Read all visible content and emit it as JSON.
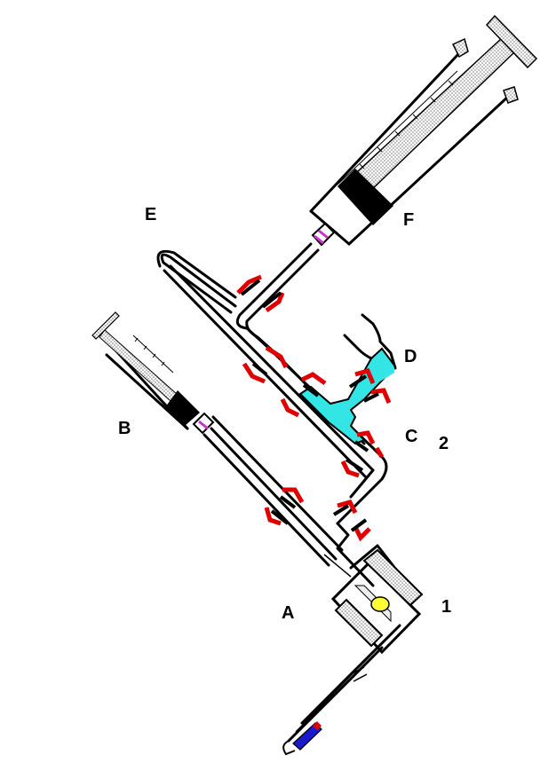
{
  "labels": {
    "A": "A",
    "B": "B",
    "C": "C",
    "D": "D",
    "E": "E",
    "F": "F",
    "one": "1",
    "two": "2"
  },
  "colors": {
    "tube": "#000000",
    "clamp": "#e00000",
    "liquid": "#33e5e5",
    "ball": "#ffff33",
    "seal": "#cc33cc",
    "tip_blue": "#1a1acc",
    "tip_red": "#dd0000",
    "stipple": "#c8c8c8"
  }
}
